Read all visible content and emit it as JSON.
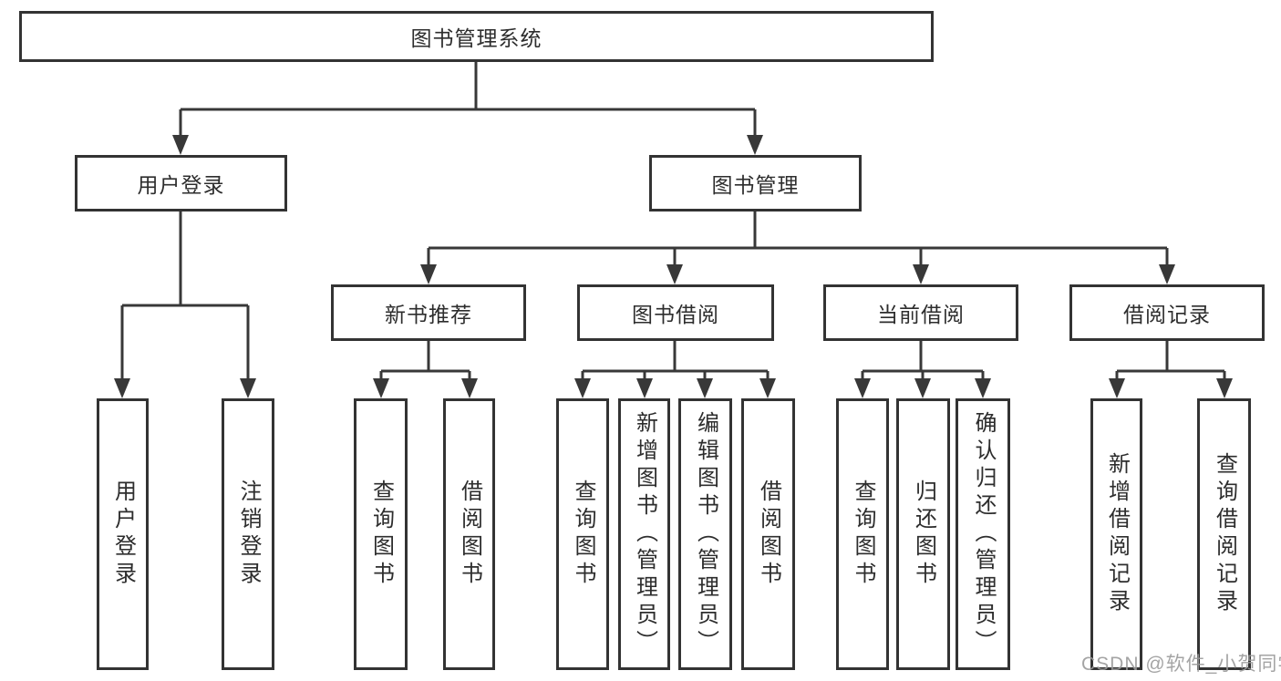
{
  "diagram_type": "functional-structure-tree",
  "tree": {
    "label": "图书管理系统",
    "children": [
      {
        "label": "用户登录",
        "children": [
          {
            "label": "用户登录"
          },
          {
            "label": "注销登录"
          }
        ]
      },
      {
        "label": "图书管理",
        "children": [
          {
            "label": "新书推荐",
            "children": [
              {
                "label": "查询图书"
              },
              {
                "label": "借阅图书"
              }
            ]
          },
          {
            "label": "图书借阅",
            "children": [
              {
                "label": "查询图书"
              },
              {
                "label": "新增图书（管理员）"
              },
              {
                "label": "编辑图书（管理员）"
              },
              {
                "label": "借阅图书"
              }
            ]
          },
          {
            "label": "当前借阅",
            "children": [
              {
                "label": "查询图书"
              },
              {
                "label": "归还图书"
              },
              {
                "label": "确认归还（管理员）"
              }
            ]
          },
          {
            "label": "借阅记录",
            "children": [
              {
                "label": "新增借阅记录"
              },
              {
                "label": "查询借阅记录"
              }
            ]
          }
        ]
      }
    ]
  },
  "watermark": {
    "text": "CSDN @软件_小贺同学"
  },
  "colors": {
    "background": "#ffffff",
    "line": "#383838",
    "box_border": "#333333",
    "box_fill": "#ffffff",
    "label_text": "#2d2d2d",
    "watermark": "#9b9b9b"
  }
}
